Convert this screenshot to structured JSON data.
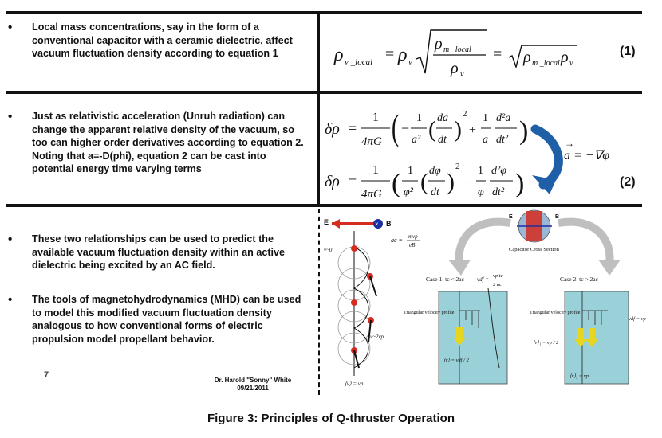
{
  "rows": [
    {
      "text": "Local mass concentrations, say in the form of a conventional capacitor with a  ceramic dielectric, affect vacuum fluctuation density according to equation 1"
    },
    {
      "text": "Just as relativistic acceleration (Unruh radiation) can change the apparent relative density of the vacuum, so too can higher order derivatives according to equation 2.  Noting that a=-D(phi), equation 2 can be cast into  potential energy time varying terms"
    },
    {
      "text": "These two relationships can be used to predict the available vacuum fluctuation density within an active dielectric being excited by an AC field."
    },
    {
      "text": "The tools of magnetohydrodynamics (MHD) can be used to model this modified vacuum fluctuation density analogous to how conventional forms of electric propulsion  model propellant behavior."
    }
  ],
  "equation_numbers": {
    "eq1": "(1)",
    "eq2": "(2)"
  },
  "equations": {
    "rho": "ρ",
    "v_local": "v _local",
    "v": "v",
    "m_local": "m _local",
    "equals": "=",
    "delta_rho": "δρ",
    "one": "1",
    "four_pi_G": "4πG",
    "a_squared": "a²",
    "da": "da",
    "dt": "dt",
    "a": "a",
    "d2a": "d²a",
    "dt2": "dt²",
    "phi_squared": "φ²",
    "dphi": "dφ",
    "phi": "φ",
    "d2phi": "d²φ",
    "accel": "a = −∇φ"
  },
  "diagram": {
    "E": "E",
    "B": "B",
    "E2": "E",
    "B2": "B",
    "v0": "v~0",
    "v2": "v~2vp",
    "ac": "ac =",
    "ac_num": "mvp",
    "ac_den": "eB",
    "avg_v": "⟨v⟩ = vp",
    "cap_section": "Capacitor Cross Section",
    "case1": "Case 1: tc < 2ac",
    "case1_frac_num": "vp tc",
    "case1_frac_den": "2  ac",
    "case1_vdf": "vdf =",
    "case2": "Case 2: tc > 2ac",
    "tri_profile_1": "Triangular velocity profile",
    "tri_profile_2": "Triangular velocity profile",
    "case1_avg": "⟨v⟩ = vdf / 2",
    "case2_vdf": "vdf = vp",
    "case2_avg1": "⟨v⟩₁ = vp / 2",
    "case2_avg2": "⟨v⟩₂ = vp"
  },
  "page_number": "7",
  "author": "Dr. Harold \"Sonny\" White",
  "date": "09/21/2011",
  "caption": "Figure 3: Principles of Q-thruster Operation"
}
